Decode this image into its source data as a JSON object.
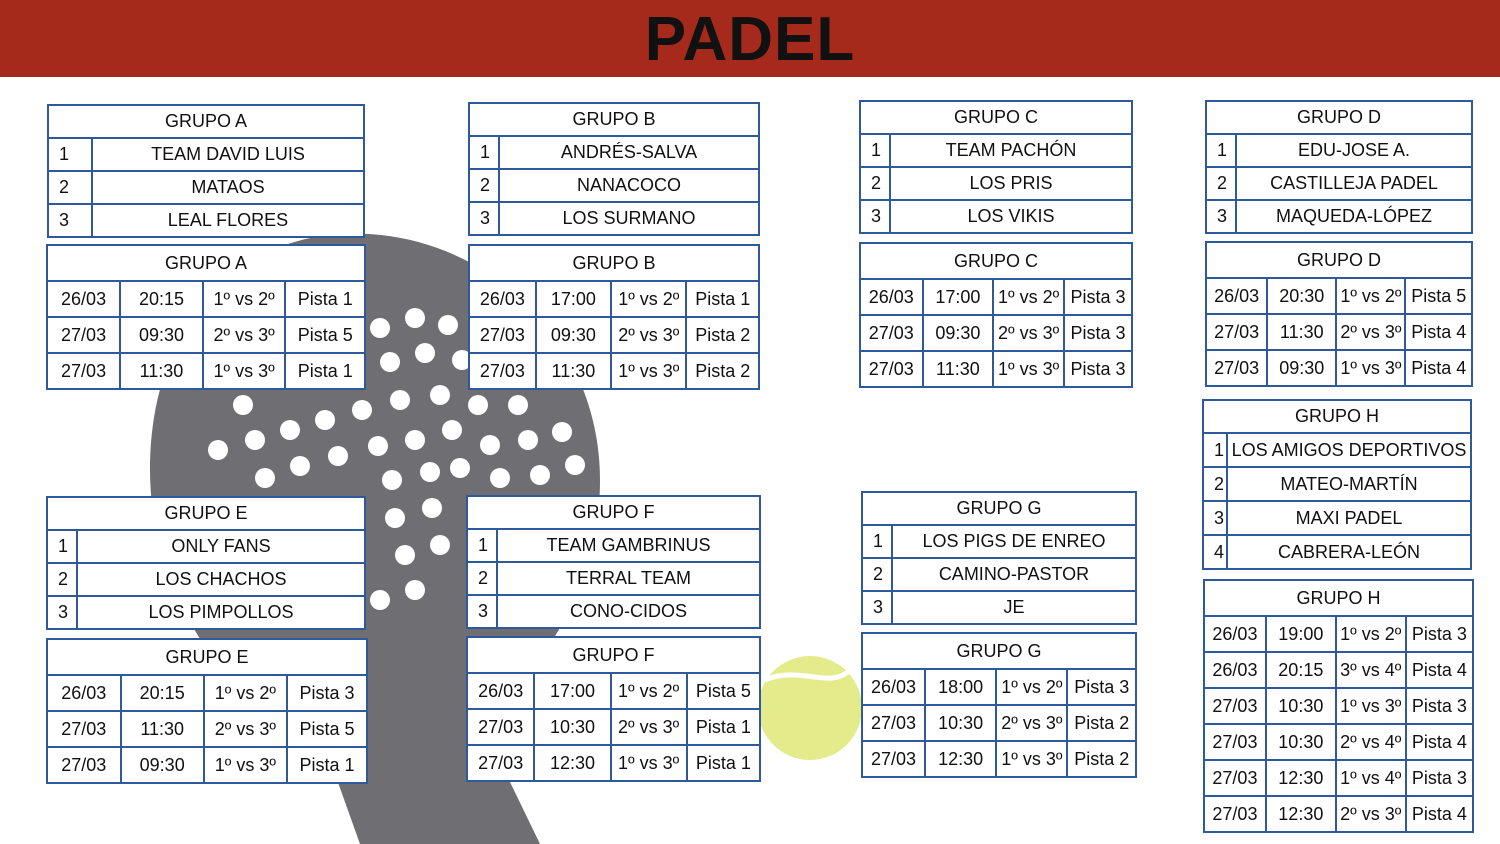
{
  "title": "PADEL",
  "colors": {
    "banner": "#a52a1b",
    "border": "#2e5a9c"
  },
  "groups": [
    {
      "id": "a",
      "name": "GRUPO A",
      "teams": [
        "TEAM DAVID LUIS",
        "MATAOS",
        "LEAL FLORES"
      ],
      "matches": [
        [
          "26/03",
          "20:15",
          "1º vs 2º",
          "Pista 1"
        ],
        [
          "27/03",
          "09:30",
          "2º vs 3º",
          "Pista 5"
        ],
        [
          "27/03",
          "11:30",
          "1º vs 3º",
          "Pista 1"
        ]
      ]
    },
    {
      "id": "b",
      "name": "GRUPO B",
      "teams": [
        "ANDRÉS-SALVA",
        "NANACOCO",
        "LOS SURMANO"
      ],
      "matches": [
        [
          "26/03",
          "17:00",
          "1º vs 2º",
          "Pista 1"
        ],
        [
          "27/03",
          "09:30",
          "2º vs 3º",
          "Pista 2"
        ],
        [
          "27/03",
          "11:30",
          "1º vs 3º",
          "Pista 2"
        ]
      ]
    },
    {
      "id": "c",
      "name": "GRUPO C",
      "teams": [
        "TEAM PACHÓN",
        "LOS PRIS",
        "LOS VIKIS"
      ],
      "matches": [
        [
          "26/03",
          "17:00",
          "1º vs 2º",
          "Pista 3"
        ],
        [
          "27/03",
          "09:30",
          "2º vs 3º",
          "Pista 3"
        ],
        [
          "27/03",
          "11:30",
          "1º vs 3º",
          "Pista 3"
        ]
      ]
    },
    {
      "id": "d",
      "name": "GRUPO D",
      "teams": [
        "EDU-JOSE A.",
        "CASTILLEJA PADEL",
        "MAQUEDA-LÓPEZ"
      ],
      "matches": [
        [
          "26/03",
          "20:30",
          "1º vs 2º",
          "Pista 5"
        ],
        [
          "27/03",
          "11:30",
          "2º vs 3º",
          "Pista 4"
        ],
        [
          "27/03",
          "09:30",
          "1º vs 3º",
          "Pista 4"
        ]
      ]
    },
    {
      "id": "e",
      "name": "GRUPO E",
      "teams": [
        "ONLY FANS",
        "LOS CHACHOS",
        "LOS PIMPOLLOS"
      ],
      "matches": [
        [
          "26/03",
          "20:15",
          "1º vs 2º",
          "Pista 3"
        ],
        [
          "27/03",
          "11:30",
          "2º vs 3º",
          "Pista 5"
        ],
        [
          "27/03",
          "09:30",
          "1º vs 3º",
          "Pista 1"
        ]
      ]
    },
    {
      "id": "f",
      "name": "GRUPO F",
      "teams": [
        "TEAM GAMBRINUS",
        "TERRAL TEAM",
        "CONO-CIDOS"
      ],
      "matches": [
        [
          "26/03",
          "17:00",
          "1º vs 2º",
          "Pista 5"
        ],
        [
          "27/03",
          "10:30",
          "2º vs 3º",
          "Pista 1"
        ],
        [
          "27/03",
          "12:30",
          "1º vs 3º",
          "Pista 1"
        ]
      ]
    },
    {
      "id": "g",
      "name": "GRUPO G",
      "teams": [
        "LOS PIGS DE ENREO",
        "CAMINO-PASTOR",
        "JE"
      ],
      "matches": [
        [
          "26/03",
          "18:00",
          "1º vs 2º",
          "Pista 3"
        ],
        [
          "27/03",
          "10:30",
          "2º vs 3º",
          "Pista 2"
        ],
        [
          "27/03",
          "12:30",
          "1º vs 3º",
          "Pista 2"
        ]
      ]
    },
    {
      "id": "h",
      "name": "GRUPO H",
      "teams": [
        "LOS AMIGOS DEPORTIVOS",
        "MATEO-MARTÍN",
        "MAXI PADEL",
        "CABRERA-LEÓN"
      ],
      "matches": [
        [
          "26/03",
          "19:00",
          "1º vs 2º",
          "Pista 3"
        ],
        [
          "26/03",
          "20:15",
          "3º vs 4º",
          "Pista 4"
        ],
        [
          "27/03",
          "10:30",
          "1º vs 3º",
          "Pista 3"
        ],
        [
          "27/03",
          "10:30",
          "2º vs 4º",
          "Pista 4"
        ],
        [
          "27/03",
          "12:30",
          "1º vs 4º",
          "Pista 3"
        ],
        [
          "27/03",
          "12:30",
          "2º vs 3º",
          "Pista 4"
        ]
      ]
    }
  ]
}
